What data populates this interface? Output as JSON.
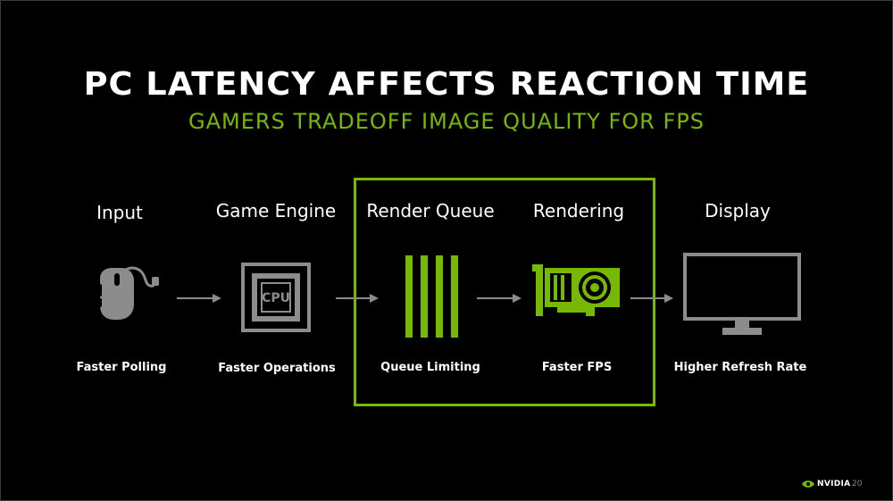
{
  "slide": {
    "title": "PC LATENCY AFFECTS REACTION TIME",
    "subtitle": "GAMERS TRADEOFF IMAGE QUALITY FOR FPS"
  },
  "stages": [
    {
      "title": "Input",
      "caption": "Faster Polling",
      "icon": "mouse-icon"
    },
    {
      "title": "Game Engine",
      "caption": "Faster Operations",
      "icon": "cpu-icon"
    },
    {
      "title": "Render Queue",
      "caption": "Queue Limiting",
      "icon": "queue-bars-icon"
    },
    {
      "title": "Rendering",
      "caption": "Faster FPS",
      "icon": "graphics-card-icon"
    },
    {
      "title": "Display",
      "caption": "Higher Refresh Rate",
      "icon": "monitor-icon"
    }
  ],
  "highlight": {
    "stages": [
      "Render Queue",
      "Rendering"
    ],
    "color": "#76b900"
  },
  "colors": {
    "accent": "#76b900",
    "icon": "#8c8c8c",
    "background": "#000000"
  },
  "footer": {
    "logo_text": "NVIDIA",
    "page_number": "20"
  }
}
